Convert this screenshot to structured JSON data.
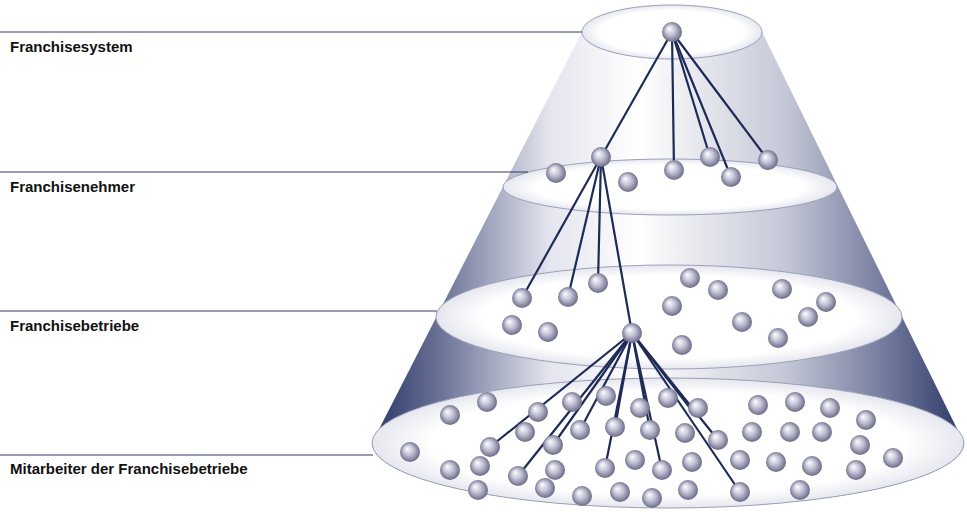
{
  "diagram": {
    "labels": [
      "Franchisesystem",
      "Franchisenehmer",
      "Franchisebetriebe",
      "Mitarbeiter der Franchisebetriebe"
    ]
  }
}
